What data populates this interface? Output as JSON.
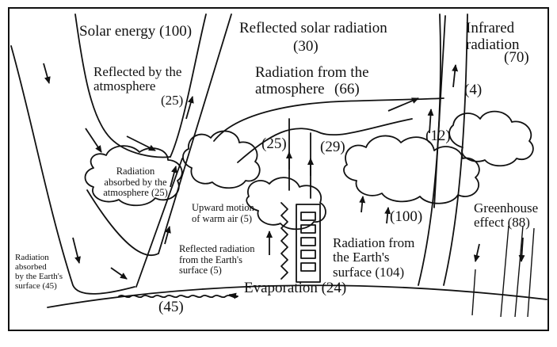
{
  "labels": {
    "solar_energy": "Solar energy (100)",
    "reflected_solar": "Reflected solar radiation",
    "reflected_solar_value": "(30)",
    "infrared": "Infrared\nradiation",
    "infrared_value": "(70)",
    "reflected_atm": "Reflected by the\natmosphere",
    "reflected_atm_value": "(25)",
    "radiation_from_atm": "Radiation from the\natmosphere",
    "radiation_from_atm_value": "(66)",
    "value_4": "(4)",
    "value_12": "(12)",
    "value_25_mid": "(25)",
    "value_29": "(29)",
    "absorbed_atm": "Radiation\nabsorbed by the\natmosphere (25)",
    "upward_motion": "Upward motion\nof warm air (5)",
    "value_100": "(100)",
    "greenhouse": "Greenhouse\neffect (88)",
    "reflected_surface": "Reflected radiation\nfrom the Earth's\nsurface (5)",
    "radiation_surface": "Radiation from\nthe Earth's\nsurface (104)",
    "absorbed_surface": "Radiation\nabsorbed\nby the Earth's\nsurface      (45)",
    "evaporation": "Evaporation (24)",
    "value_45_bottom": "(45)"
  }
}
